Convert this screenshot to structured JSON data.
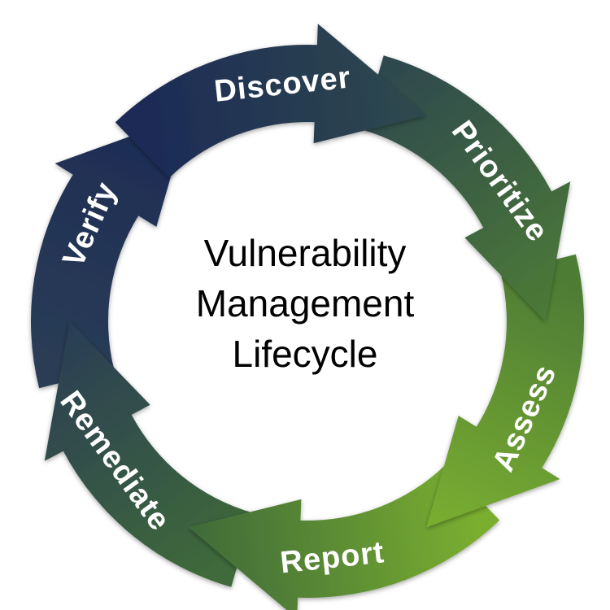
{
  "title": {
    "lines": [
      "Vulnerability",
      "Management",
      "Lifecycle"
    ]
  },
  "stages": [
    {
      "label": "Discover",
      "color_start": "#1c2a55",
      "color_end": "#2f4a4e"
    },
    {
      "label": "Prioritize",
      "color_start": "#2f4a4e",
      "color_end": "#4d7b36"
    },
    {
      "label": "Assess",
      "color_start": "#4d7b36",
      "color_end": "#7aae2f"
    },
    {
      "label": "Report",
      "color_start": "#7aae2f",
      "color_end": "#3f6a3a"
    },
    {
      "label": "Remediate",
      "color_start": "#3f6a3a",
      "color_end": "#2a3d55"
    },
    {
      "label": "Verify",
      "color_start": "#2a3d55",
      "color_end": "#1c2a55"
    }
  ]
}
